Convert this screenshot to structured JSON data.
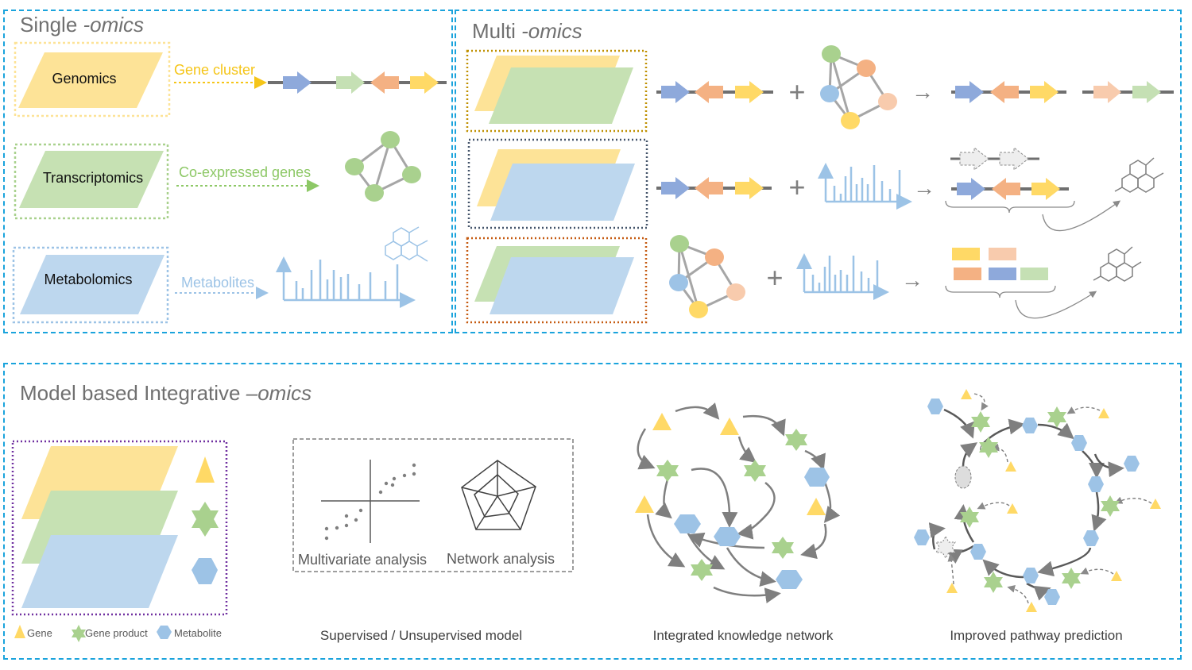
{
  "single": {
    "title_main": "Single ",
    "title_em": "-omics",
    "rows": [
      {
        "name": "Genomics",
        "arrow_label": "Gene cluster",
        "color": "#fde397",
        "label_color": "#f5c518"
      },
      {
        "name": "Transcriptomics",
        "arrow_label": "Co-expressed genes",
        "color": "#c6e1b3",
        "label_color": "#8dc866"
      },
      {
        "name": "Metabolomics",
        "arrow_label": "Metabolites",
        "color": "#bdd7ee",
        "label_color": "#9cc3e6"
      }
    ]
  },
  "multi": {
    "title_main": "Multi ",
    "title_em": "-omics",
    "operators": {
      "plus": "+",
      "arrow": "→"
    }
  },
  "model": {
    "title_main": "Model based Integrative ",
    "title_em": "–omics",
    "legend": {
      "gene": "Gene",
      "gene_product": "Gene product",
      "metabolite": "Metabolite"
    },
    "analysis": {
      "multivariate": "Multivariate analysis",
      "network": "Network analysis"
    },
    "captions": {
      "supervised": "Supervised / Unsupervised model",
      "knowledge": "Integrated knowledge network",
      "pathway": "Improved pathway prediction"
    }
  },
  "colors": {
    "border": "#1aa3dc",
    "yellow": "#fde397",
    "green": "#c6e1b3",
    "blue": "#bdd7ee",
    "arrow_blue": "#8ea9db",
    "arrow_orange": "#f4b183",
    "arrow_yellow": "#ffd966",
    "arrow_green": "#c5e0b4",
    "arrow_peach": "#f8cbad",
    "gene": "#ffd966",
    "gene_product": "#a9d18e",
    "metabolite": "#9dc3e6"
  }
}
